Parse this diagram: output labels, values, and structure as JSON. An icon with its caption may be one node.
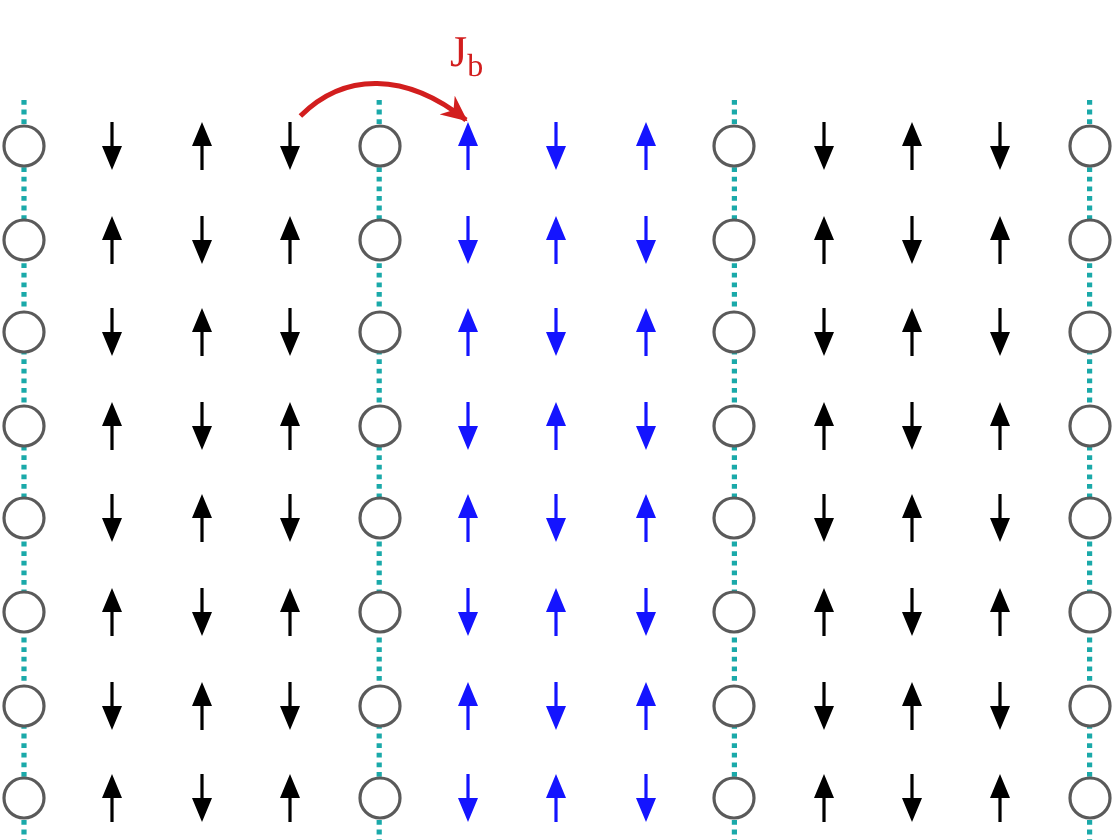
{
  "diagram": {
    "nodes": [
      {
        "text": [],
        "shape": "circle"
      },
      {
        "text": [],
        "shape": "arrow"
      },
      {
        "text": [],
        "shape": "arrow"
      },
      {
        "text": [],
        "shape": "arrow"
      },
      {
        "text": [],
        "shape": "circle"
      },
      {
        "text": [],
        "shape": "arrow"
      },
      {
        "text": [],
        "shape": "arrow"
      },
      {
        "text": [],
        "shape": "arrow"
      },
      {
        "text": [],
        "shape": "circle"
      },
      {
        "text": [],
        "shape": "arrow"
      },
      {
        "text": [],
        "shape": "arrow"
      },
      {
        "text": [],
        "shape": "arrow"
      },
      {
        "text": [],
        "shape": "circle"
      },
      {
        "text": [],
        "shape": "circle"
      },
      {
        "text": [],
        "shape": "arrow"
      },
      {
        "text": [],
        "shape": "arrow"
      },
      {
        "text": [],
        "shape": "arrow"
      },
      {
        "text": [],
        "shape": "circle"
      },
      {
        "text": [],
        "shape": "arrow"
      },
      {
        "text": [],
        "shape": "arrow"
      },
      {
        "text": [],
        "shape": "arrow"
      },
      {
        "text": [],
        "shape": "circle"
      },
      {
        "text": [],
        "shape": "arrow"
      },
      {
        "text": [],
        "shape": "arrow"
      },
      {
        "text": [],
        "shape": "arrow"
      },
      {
        "text": [],
        "shape": "circle"
      },
      {
        "text": [],
        "shape": "circle"
      },
      {
        "text": [],
        "shape": "arrow"
      },
      {
        "text": [],
        "shape": "arrow"
      },
      {
        "text": [],
        "shape": "arrow"
      },
      {
        "text": [],
        "shape": "circle"
      },
      {
        "text": [],
        "shape": "arrow"
      },
      {
        "text": [],
        "shape": "arrow"
      },
      {
        "text": [],
        "shape": "arrow"
      },
      {
        "text": [],
        "shape": "circle"
      },
      {
        "text": [],
        "shape": "arrow"
      },
      {
        "text": [],
        "shape": "arrow"
      },
      {
        "text": [],
        "shape": "arrow"
      },
      {
        "text": [],
        "shape": "circle"
      },
      {
        "text": [],
        "shape": "circle"
      },
      {
        "text": [],
        "shape": "arrow"
      },
      {
        "text": [],
        "shape": "arrow"
      },
      {
        "text": [],
        "shape": "arrow"
      },
      {
        "text": [],
        "shape": "circle"
      },
      {
        "text": [],
        "shape": "arrow"
      },
      {
        "text": [],
        "shape": "arrow"
      },
      {
        "text": [],
        "shape": "arrow"
      },
      {
        "text": [],
        "shape": "circle"
      },
      {
        "text": [],
        "shape": "arrow"
      },
      {
        "text": [],
        "shape": "arrow"
      },
      {
        "text": [],
        "shape": "arrow"
      },
      {
        "text": [],
        "shape": "circle"
      },
      {
        "text": [],
        "shape": "circle"
      },
      {
        "text": [],
        "shape": "arrow"
      },
      {
        "text": [],
        "shape": "arrow"
      },
      {
        "text": [],
        "shape": "arrow"
      },
      {
        "text": [],
        "shape": "circle"
      },
      {
        "text": [],
        "shape": "arrow"
      },
      {
        "text": [],
        "shape": "arrow"
      },
      {
        "text": [],
        "shape": "arrow"
      },
      {
        "text": [],
        "shape": "circle"
      },
      {
        "text": [],
        "shape": "arrow"
      },
      {
        "text": [],
        "shape": "arrow"
      },
      {
        "text": [],
        "shape": "arrow"
      },
      {
        "text": [],
        "shape": "circle"
      },
      {
        "text": [],
        "shape": "circle"
      },
      {
        "text": [],
        "shape": "arrow"
      },
      {
        "text": [],
        "shape": "arrow"
      },
      {
        "text": [],
        "shape": "arrow"
      },
      {
        "text": [],
        "shape": "circle"
      },
      {
        "text": [],
        "shape": "arrow"
      },
      {
        "text": [],
        "shape": "arrow"
      },
      {
        "text": [],
        "shape": "arrow"
      },
      {
        "text": [],
        "shape": "circle"
      },
      {
        "text": [],
        "shape": "arrow"
      },
      {
        "text": [],
        "shape": "arrow"
      },
      {
        "text": [],
        "shape": "arrow"
      },
      {
        "text": [],
        "shape": "circle"
      },
      {
        "text": [],
        "shape": "circle"
      },
      {
        "text": [],
        "shape": "arrow"
      },
      {
        "text": [],
        "shape": "arrow"
      },
      {
        "text": [],
        "shape": "arrow"
      },
      {
        "text": [],
        "shape": "circle"
      },
      {
        "text": [],
        "shape": "arrow"
      },
      {
        "text": [],
        "shape": "arrow"
      },
      {
        "text": [],
        "shape": "arrow"
      },
      {
        "text": [],
        "shape": "circle"
      },
      {
        "text": [],
        "shape": "arrow"
      },
      {
        "text": [],
        "shape": "arrow"
      },
      {
        "text": [],
        "shape": "arrow"
      },
      {
        "text": [],
        "shape": "circle"
      },
      {
        "text": [],
        "shape": "circle"
      },
      {
        "text": [],
        "shape": "arrow"
      },
      {
        "text": [],
        "shape": "arrow"
      },
      {
        "text": [],
        "shape": "arrow"
      },
      {
        "text": [],
        "shape": "circle"
      },
      {
        "text": [],
        "shape": "arrow"
      },
      {
        "text": [],
        "shape": "arrow"
      },
      {
        "text": [],
        "shape": "arrow"
      },
      {
        "text": [],
        "shape": "circle"
      },
      {
        "text": [],
        "shape": "arrow"
      },
      {
        "text": [],
        "shape": "arrow"
      },
      {
        "text": [],
        "shape": "arrow"
      },
      {
        "text": [],
        "shape": "circle"
      }
    ],
    "edges": [
      {
        "from": 3,
        "to": 5,
        "arrow": "to",
        "label": "J$_{b}$"
      }
    ]
  }
}
